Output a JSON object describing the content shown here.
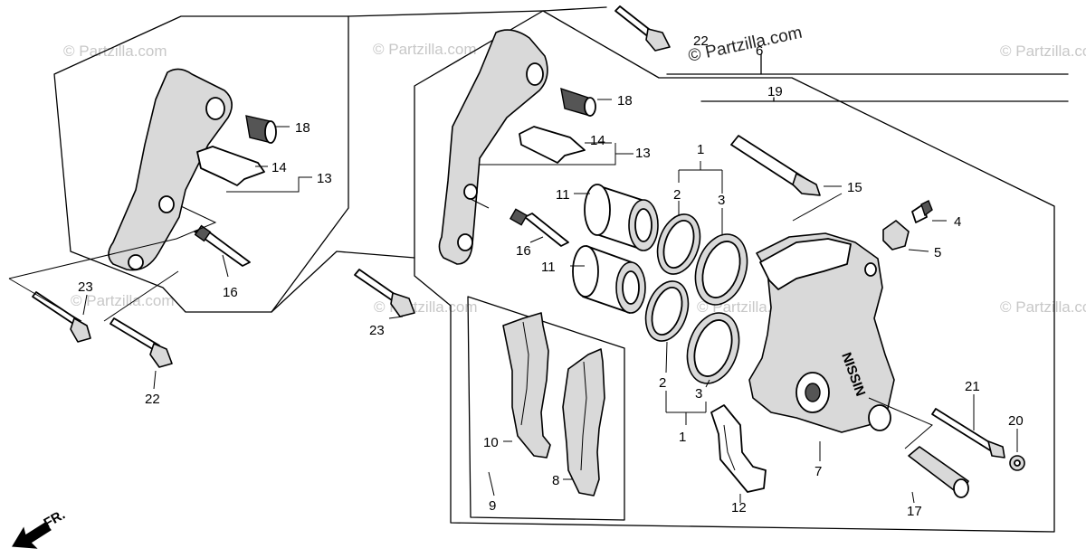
{
  "watermark": {
    "main": "© Partzilla.com",
    "faded": "© Partzilla.com"
  },
  "direction": {
    "label": "FR."
  },
  "callouts": {
    "c1a": "1",
    "c1b": "1",
    "c2a": "2",
    "c2b": "2",
    "c3a": "3",
    "c3b": "3",
    "c4": "4",
    "c5": "5",
    "c6": "6",
    "c7": "7",
    "c8": "8",
    "c9": "9",
    "c10": "10",
    "c11a": "11",
    "c11b": "11",
    "c12": "12",
    "c13a": "13",
    "c13b": "13",
    "c14a": "14",
    "c14b": "14",
    "c15": "15",
    "c16a": "16",
    "c16b": "16",
    "c17": "17",
    "c18a": "18",
    "c18b": "18",
    "c19": "19",
    "c20": "20",
    "c21": "21",
    "c22a": "22",
    "c22b": "22",
    "c23a": "23",
    "c23b": "23"
  },
  "caliper_marking": "NISSIN"
}
